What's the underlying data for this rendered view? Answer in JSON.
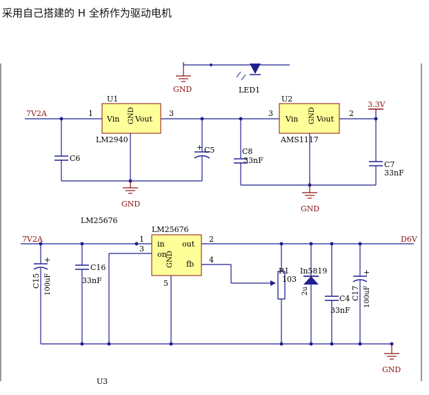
{
  "page": {
    "title": "采用自己搭建的 H 全桥作为驱动电机"
  },
  "top": {
    "gnd": "GND",
    "led": "LED1"
  },
  "reg1": {
    "ref": "U1",
    "part": "LM2940",
    "vin": "Vin",
    "gnd": "GND",
    "vout": "Vout",
    "p1": "1",
    "p3": "3",
    "input": "7V2A"
  },
  "reg2": {
    "ref": "U2",
    "part": "AMS1117",
    "vin": "Vin",
    "gnd": "GND",
    "vout": "Vout",
    "p3": "3",
    "p2": "2",
    "output": "3.3V"
  },
  "caps_top": {
    "c6": "C6",
    "c5": "C5",
    "c8": "C8",
    "c8_val": "33nF",
    "c7": "C7",
    "c7_val": "33nF",
    "gnd1": "GND",
    "gnd2": "GND"
  },
  "buck": {
    "label": "LM25676",
    "chip": "LM25676",
    "in": "in",
    "on": "on",
    "gnd": "GND",
    "out": "out",
    "fb": "fb",
    "p1": "1",
    "p2": "2",
    "p3": "3",
    "p4": "4",
    "p5": "5",
    "input": "7V2A",
    "output": "D6V",
    "c15": "C15",
    "c15_val": "100uF",
    "c16": "C16",
    "c16_val": "33nF",
    "r1": "R1",
    "r1_val": "103",
    "d": "In5819",
    "d_val": "2u",
    "c4": "C4",
    "c4_val": "33nF",
    "c17": "C17",
    "c17_val": "100uF",
    "u3": "U3"
  }
}
